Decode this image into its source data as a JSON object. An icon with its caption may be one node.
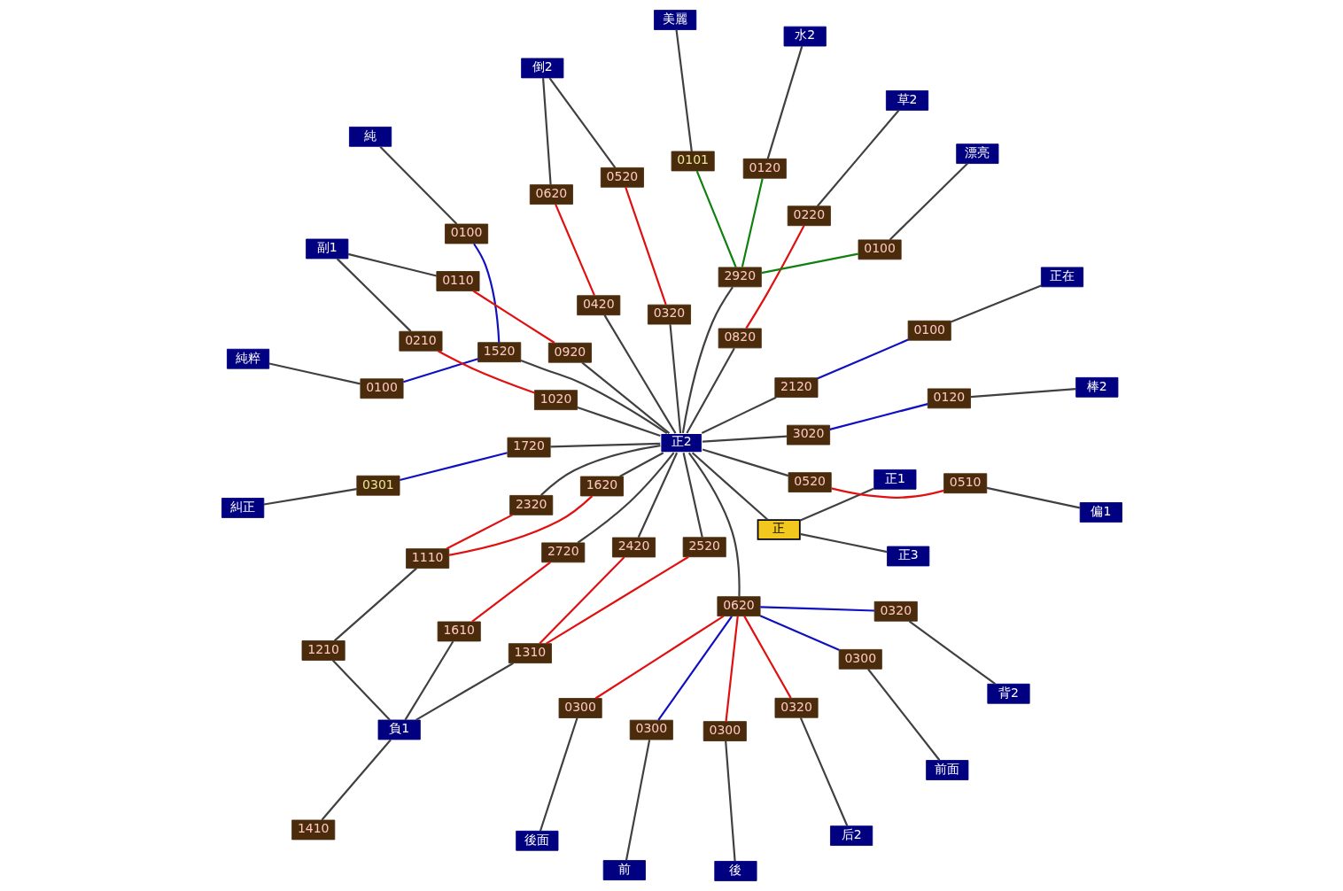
{
  "diagram": {
    "nodes": [
      {
        "text": [
          "純粹"
        ]
      },
      {
        "text": [
          "純"
        ]
      },
      {
        "text": [
          "0100"
        ]
      },
      {
        "text": [
          "0100"
        ]
      },
      {
        "text": [
          "前面"
        ]
      },
      {
        "text": [
          "後"
        ]
      },
      {
        "text": [
          "前"
        ]
      },
      {
        "text": [
          "0300"
        ]
      },
      {
        "text": [
          "0300"
        ]
      },
      {
        "text": [
          "1410"
        ]
      },
      {
        "text": [
          "負1"
        ]
      },
      {
        "text": [
          "1210"
        ]
      },
      {
        "text": [
          "正在"
        ]
      },
      {
        "text": [
          "1310"
        ]
      },
      {
        "text": [
          "0300"
        ]
      },
      {
        "text": [
          "后2"
        ]
      },
      {
        "text": [
          "1610"
        ]
      },
      {
        "text": [
          "1520"
        ]
      },
      {
        "text": [
          "0100"
        ]
      },
      {
        "text": [
          "1110"
        ]
      },
      {
        "text": [
          "0320"
        ]
      },
      {
        "text": [
          "0620"
        ]
      },
      {
        "text": [
          "2520"
        ]
      },
      {
        "text": [
          "0300"
        ]
      },
      {
        "text": [
          "後面"
        ]
      },
      {
        "text": [
          "2420"
        ]
      },
      {
        "text": [
          "2120"
        ]
      },
      {
        "text": [
          "2320"
        ]
      },
      {
        "text": [
          "2720"
        ]
      },
      {
        "text": [
          "正1"
        ]
      },
      {
        "text": [
          "0320"
        ]
      },
      {
        "text": [
          "1620"
        ]
      },
      {
        "text": [
          "正3"
        ]
      },
      {
        "text": [
          "正"
        ]
      },
      {
        "text": [
          "背2"
        ]
      },
      {
        "text": [
          "正2"
        ]
      },
      {
        "text": [
          "草2"
        ]
      },
      {
        "text": [
          "0220"
        ]
      },
      {
        "text": [
          "0820"
        ]
      },
      {
        "text": [
          "0520"
        ]
      },
      {
        "text": [
          "1020"
        ]
      },
      {
        "text": [
          "0920"
        ]
      },
      {
        "text": [
          "2920"
        ]
      },
      {
        "text": [
          "1720"
        ]
      },
      {
        "text": [
          "0320"
        ]
      },
      {
        "text": [
          "0420"
        ]
      },
      {
        "text": [
          "0510"
        ]
      },
      {
        "text": [
          "0101"
        ]
      },
      {
        "text": [
          "偏1"
        ]
      },
      {
        "text": [
          "3020"
        ]
      },
      {
        "text": [
          "0210"
        ]
      },
      {
        "text": [
          "0120"
        ]
      },
      {
        "text": [
          "0110"
        ]
      },
      {
        "text": [
          "0100"
        ]
      },
      {
        "text": [
          "0520"
        ]
      },
      {
        "text": [
          "0620"
        ]
      },
      {
        "text": [
          "0301"
        ]
      },
      {
        "text": [
          "美麗"
        ]
      },
      {
        "text": [
          "副1"
        ]
      },
      {
        "text": [
          "水2"
        ]
      },
      {
        "text": [
          "0120"
        ]
      },
      {
        "text": [
          "倒2"
        ]
      },
      {
        "text": [
          "糾正"
        ]
      },
      {
        "text": [
          "漂亮"
        ]
      },
      {
        "text": [
          "棒2"
        ]
      }
    ],
    "edges": [
      {
        "from": 0,
        "to": 2,
        "arrow": "none"
      },
      {
        "from": 1,
        "to": 3,
        "arrow": "none"
      },
      {
        "from": 2,
        "to": 17,
        "arrow": "none",
        "color": "#1010c0"
      },
      {
        "from": 3,
        "to": 17,
        "arrow": "none",
        "color": "#1010c0"
      },
      {
        "from": 17,
        "to": 35,
        "arrow": "none"
      },
      {
        "from": 12,
        "to": 18,
        "arrow": "none"
      },
      {
        "from": 18,
        "to": 26,
        "arrow": "none",
        "color": "#1010c0"
      },
      {
        "from": 26,
        "to": 35,
        "arrow": "none"
      },
      {
        "from": 29,
        "to": 33,
        "arrow": "none"
      },
      {
        "from": 32,
        "to": 33,
        "arrow": "none"
      },
      {
        "from": 33,
        "to": 35,
        "arrow": "none"
      },
      {
        "from": 9,
        "to": 10,
        "arrow": "none"
      },
      {
        "from": 13,
        "to": 10,
        "arrow": "none"
      },
      {
        "from": 10,
        "to": 16,
        "arrow": "none"
      },
      {
        "from": 10,
        "to": 11,
        "arrow": "none"
      },
      {
        "from": 11,
        "to": 19,
        "arrow": "none"
      },
      {
        "from": 13,
        "to": 25,
        "arrow": "none",
        "color": "#e01010"
      },
      {
        "from": 13,
        "to": 22,
        "arrow": "none",
        "color": "#e01010"
      },
      {
        "from": 16,
        "to": 28,
        "arrow": "none",
        "color": "#e01010"
      },
      {
        "from": 19,
        "to": 27,
        "arrow": "none",
        "color": "#e01010"
      },
      {
        "from": 19,
        "to": 31,
        "arrow": "none",
        "color": "#e01010"
      },
      {
        "from": 25,
        "to": 35,
        "arrow": "none"
      },
      {
        "from": 22,
        "to": 35,
        "arrow": "none"
      },
      {
        "from": 28,
        "to": 35,
        "arrow": "none"
      },
      {
        "from": 27,
        "to": 35,
        "arrow": "none"
      },
      {
        "from": 31,
        "to": 35,
        "arrow": "none"
      },
      {
        "from": 21,
        "to": 35,
        "arrow": "none"
      },
      {
        "from": 21,
        "to": 7,
        "arrow": "none",
        "color": "#1010c0"
      },
      {
        "from": 21,
        "to": 8,
        "arrow": "none",
        "color": "#e01010"
      },
      {
        "from": 21,
        "to": 14,
        "arrow": "none",
        "color": "#1010c0"
      },
      {
        "from": 21,
        "to": 20,
        "arrow": "none",
        "color": "#e01010"
      },
      {
        "from": 21,
        "to": 23,
        "arrow": "none",
        "color": "#e01010"
      },
      {
        "from": 21,
        "to": 30,
        "arrow": "none",
        "color": "#1010c0"
      },
      {
        "from": 7,
        "to": 4,
        "arrow": "none"
      },
      {
        "from": 8,
        "to": 5,
        "arrow": "none"
      },
      {
        "from": 14,
        "to": 6,
        "arrow": "none"
      },
      {
        "from": 20,
        "to": 15,
        "arrow": "none"
      },
      {
        "from": 23,
        "to": 24,
        "arrow": "none"
      },
      {
        "from": 30,
        "to": 34,
        "arrow": "none"
      },
      {
        "from": 36,
        "to": 37,
        "arrow": "none"
      },
      {
        "from": 37,
        "to": 38,
        "arrow": "none",
        "color": "#e01010"
      },
      {
        "from": 38,
        "to": 35,
        "arrow": "none"
      },
      {
        "from": 48,
        "to": 46,
        "arrow": "none"
      },
      {
        "from": 46,
        "to": 39,
        "arrow": "none",
        "color": "#e01010"
      },
      {
        "from": 39,
        "to": 35,
        "arrow": "none"
      },
      {
        "from": 50,
        "to": 40,
        "arrow": "none",
        "color": "#e01010"
      },
      {
        "from": 52,
        "to": 41,
        "arrow": "none",
        "color": "#e01010"
      },
      {
        "from": 40,
        "to": 35,
        "arrow": "none"
      },
      {
        "from": 41,
        "to": 35,
        "arrow": "none"
      },
      {
        "from": 58,
        "to": 50,
        "arrow": "none"
      },
      {
        "from": 58,
        "to": 52,
        "arrow": "none"
      },
      {
        "from": 49,
        "to": 35,
        "arrow": "none"
      },
      {
        "from": 49,
        "to": 60,
        "arrow": "none",
        "color": "#1010c0"
      },
      {
        "from": 60,
        "to": 64,
        "arrow": "none"
      },
      {
        "from": 44,
        "to": 35,
        "arrow": "none"
      },
      {
        "from": 45,
        "to": 35,
        "arrow": "none"
      },
      {
        "from": 43,
        "to": 35,
        "arrow": "none"
      },
      {
        "from": 42,
        "to": 35,
        "arrow": "none"
      },
      {
        "from": 44,
        "to": 54,
        "arrow": "none",
        "color": "#e01010"
      },
      {
        "from": 45,
        "to": 55,
        "arrow": "none",
        "color": "#e01010"
      },
      {
        "from": 54,
        "to": 61,
        "arrow": "none"
      },
      {
        "from": 55,
        "to": 61,
        "arrow": "none"
      },
      {
        "from": 43,
        "to": 56,
        "arrow": "none",
        "color": "#1010c0"
      },
      {
        "from": 56,
        "to": 62,
        "arrow": "none"
      },
      {
        "from": 42,
        "to": 47,
        "arrow": "none",
        "color": "#108010"
      },
      {
        "from": 42,
        "to": 51,
        "arrow": "none",
        "color": "#108010"
      },
      {
        "from": 42,
        "to": 53,
        "arrow": "none",
        "color": "#108010"
      },
      {
        "from": 47,
        "to": 57,
        "arrow": "none"
      },
      {
        "from": 51,
        "to": 59,
        "arrow": "none"
      },
      {
        "from": 53,
        "to": 63,
        "arrow": "none"
      }
    ]
  }
}
